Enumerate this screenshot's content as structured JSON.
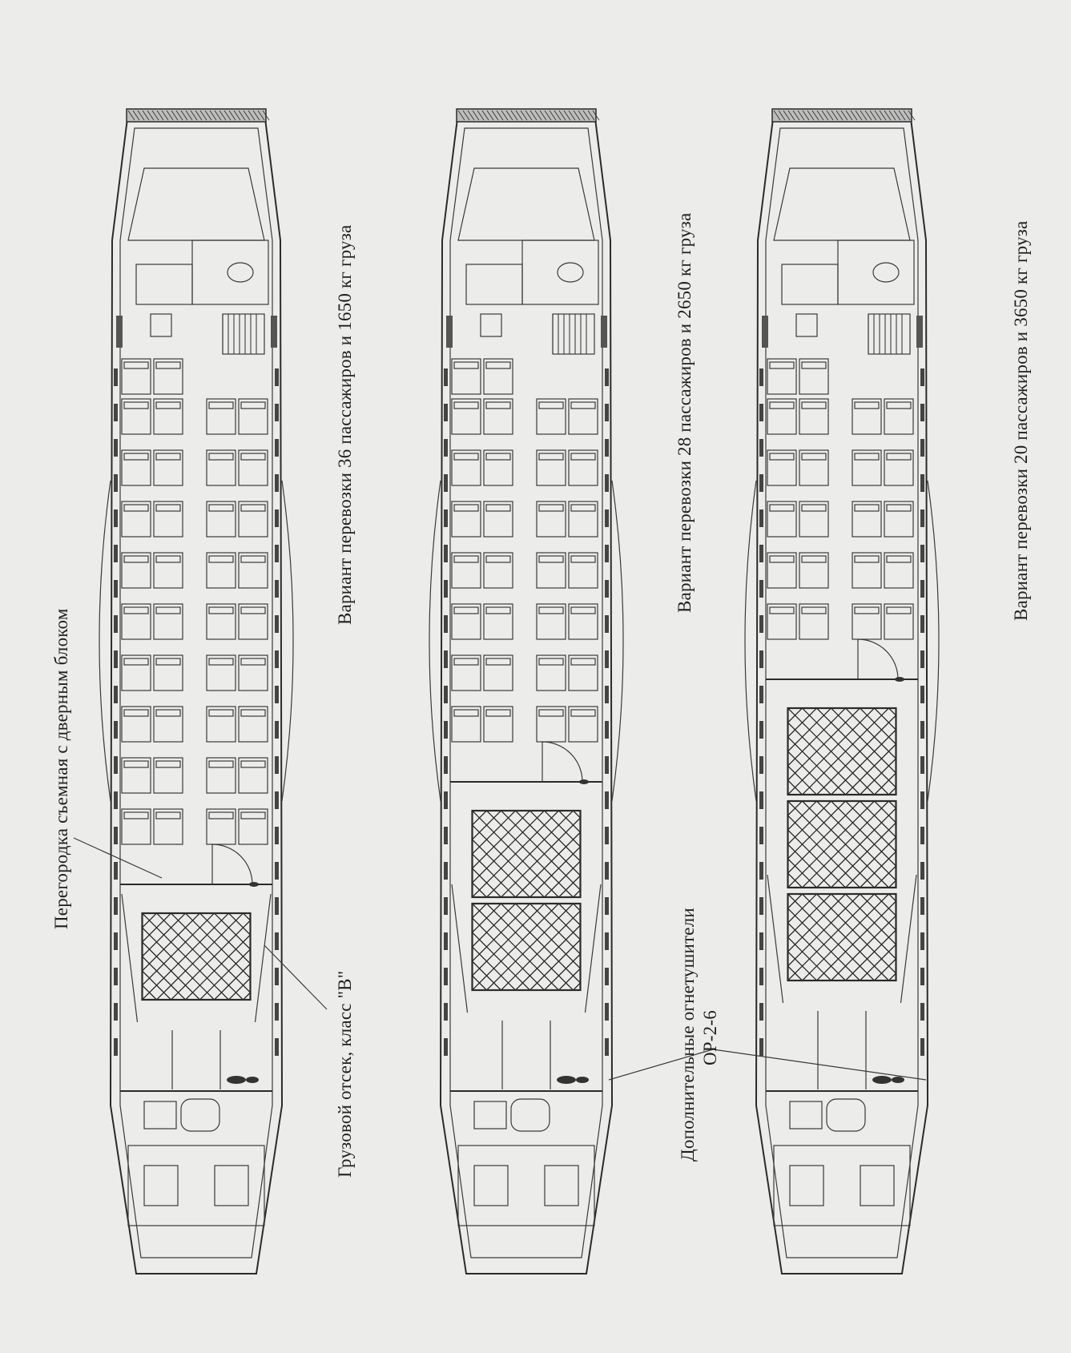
{
  "labels": {
    "partition": "Перегородка съемная с дверным блоком",
    "cargo_hold": "Грузовой отсек, класс \"В\"",
    "variant_1": "Вариант перевозки 36 пассажиров и 1650 кг груза",
    "variant_2": "Вариант перевозки 28 пассажиров и 2650 кг груза",
    "variant_3": "Вариант перевозки 20 пассажиров и 3650 кг груза",
    "extinguishers_line1": "Дополнительные огнетушители",
    "extinguishers_line2": "ОР-2-6"
  },
  "layouts": [
    {
      "passengers": 36,
      "cargo_kg": 1650,
      "seat_rows": 9,
      "cargo_nets": 1
    },
    {
      "passengers": 28,
      "cargo_kg": 2650,
      "seat_rows": 7,
      "cargo_nets": 2
    },
    {
      "passengers": 20,
      "cargo_kg": 3650,
      "seat_rows": 5,
      "cargo_nets": 3
    }
  ],
  "colors": {
    "paper": "#ecedea",
    "ink": "#2b2b2b"
  }
}
